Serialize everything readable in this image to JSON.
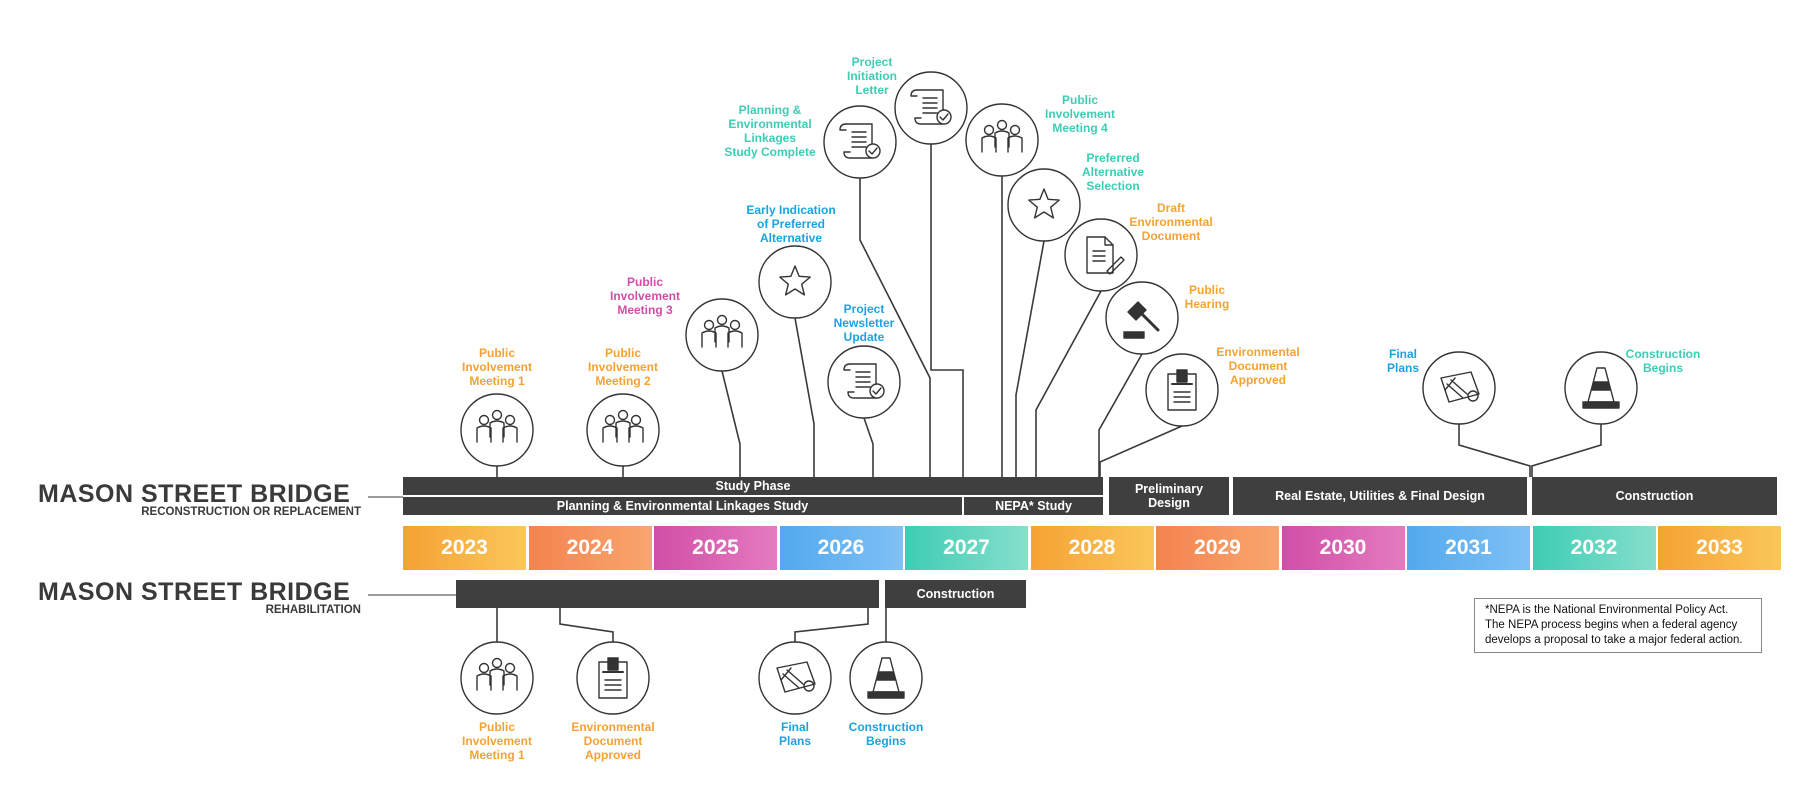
{
  "colors": {
    "bar": "#3f3f3f",
    "teal": "#3ecdb4",
    "blue": "#1aa3e1",
    "orange": "#f5a233",
    "pink": "#d14ea7",
    "line": "#3a3a3a"
  },
  "titles": {
    "top_title": "MASON STREET BRIDGE",
    "top_subtitle": "RECONSTRUCTION OR REPLACEMENT",
    "bottom_title": "MASON STREET BRIDGE",
    "bottom_subtitle": "REHABILITATION"
  },
  "phase_bars": {
    "study_phase": "Study Phase",
    "pel_study": "Planning & Environmental Linkages Study",
    "nepa_study": "NEPA* Study",
    "preliminary_design": "Preliminary\nDesign",
    "real_estate": "Real Estate, Utilities & Final Design",
    "construction": "Construction",
    "rehab_construction": "Construction"
  },
  "years": [
    "2023",
    "2024",
    "2025",
    "2026",
    "2027",
    "2028",
    "2029",
    "2030",
    "2031",
    "2032",
    "2033"
  ],
  "top_milestones": [
    {
      "label": "Public\nInvolvement\nMeeting 1",
      "icon": "people-icon",
      "color": "orange"
    },
    {
      "label": "Public\nInvolvement\nMeeting 2",
      "icon": "people-icon",
      "color": "orange"
    },
    {
      "label": "Public\nInvolvement\nMeeting 3",
      "icon": "people-icon",
      "color": "pink"
    },
    {
      "label": "Early Indication\nof Preferred\nAlternative",
      "icon": "star-icon",
      "color": "blue"
    },
    {
      "label": "Project\nNewsletter\nUpdate",
      "icon": "document-check-icon",
      "color": "blue"
    },
    {
      "label": "Planning &\nEnvironmental\nLinkages\nStudy Complete",
      "icon": "document-check-icon",
      "color": "teal"
    },
    {
      "label": "Project\nInitiation\nLetter",
      "icon": "document-check-icon",
      "color": "teal"
    },
    {
      "label": "Public\nInvolvement\nMeeting 4",
      "icon": "people-icon",
      "color": "teal"
    },
    {
      "label": "Preferred\nAlternative\nSelection",
      "icon": "star-icon",
      "color": "teal"
    },
    {
      "label": "Draft\nEnvironmental\nDocument",
      "icon": "document-pen-icon",
      "color": "orange"
    },
    {
      "label": "Public\nHearing",
      "icon": "gavel-icon",
      "color": "orange"
    },
    {
      "label": "Environmental\nDocument\nApproved",
      "icon": "approved-document-icon",
      "color": "orange"
    },
    {
      "label": "Final\nPlans",
      "icon": "blueprint-icon",
      "color": "blue"
    },
    {
      "label": "Construction\nBegins",
      "icon": "traffic-cone-icon",
      "color": "teal"
    }
  ],
  "bottom_milestones": [
    {
      "label": "Public\nInvolvement\nMeeting 1",
      "icon": "people-icon",
      "color": "orange"
    },
    {
      "label": "Environmental\nDocument\nApproved",
      "icon": "approved-document-icon",
      "color": "orange"
    },
    {
      "label": "Final\nPlans",
      "icon": "blueprint-icon",
      "color": "blue"
    },
    {
      "label": "Construction\nBegins",
      "icon": "traffic-cone-icon",
      "color": "blue"
    }
  ],
  "note": "*NEPA is the National Environmental Policy Act.\nThe NEPA process begins when a federal agency\ndevelops a proposal to take a major federal action."
}
